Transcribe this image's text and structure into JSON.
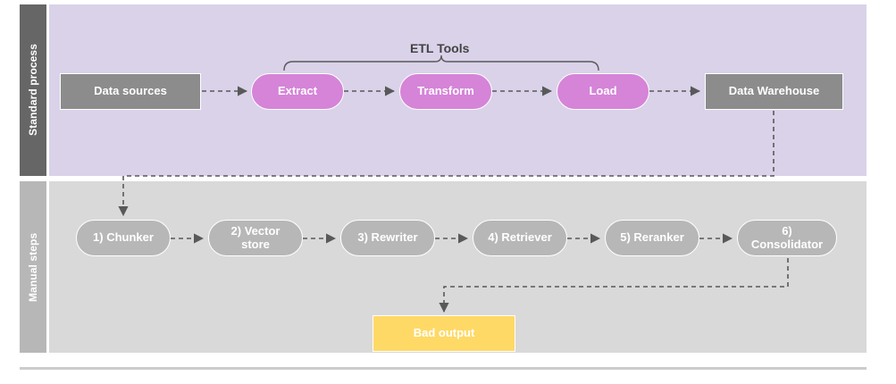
{
  "diagram": {
    "title_bracket": "ETL Tools",
    "lanes": [
      {
        "id": "standard",
        "label": "Standard process",
        "band_color": "#d9d2e9",
        "label_color": "#666666"
      },
      {
        "id": "manual",
        "label": "Manual steps",
        "band_color": "#d9d9d9",
        "label_color": "#b7b7b7"
      }
    ],
    "standard_process": {
      "source": {
        "label": "Data sources",
        "shape": "rect",
        "color": "#8c8c8c"
      },
      "etl_tools": [
        {
          "label": "Extract",
          "shape": "pill",
          "color": "#d584d8"
        },
        {
          "label": "Transform",
          "shape": "pill",
          "color": "#d584d8"
        },
        {
          "label": "Load",
          "shape": "pill",
          "color": "#d584d8"
        }
      ],
      "sink": {
        "label": "Data Warehouse",
        "shape": "rect",
        "color": "#8c8c8c"
      }
    },
    "manual_steps": [
      {
        "label": "1) Chunker",
        "shape": "pill",
        "color": "#b7b7b7"
      },
      {
        "label": "2) Vector\nstore",
        "shape": "pill",
        "color": "#b7b7b7"
      },
      {
        "label": "3) Rewriter",
        "shape": "pill",
        "color": "#b7b7b7"
      },
      {
        "label": "4) Retriever",
        "shape": "pill",
        "color": "#b7b7b7"
      },
      {
        "label": "5) Reranker",
        "shape": "pill",
        "color": "#b7b7b7"
      },
      {
        "label": "6)\nConsolidator",
        "shape": "pill",
        "color": "#b7b7b7"
      }
    ],
    "outcome": {
      "label": "Bad output",
      "shape": "rect",
      "color": "#ffd966"
    },
    "connector_color": "#595959"
  }
}
